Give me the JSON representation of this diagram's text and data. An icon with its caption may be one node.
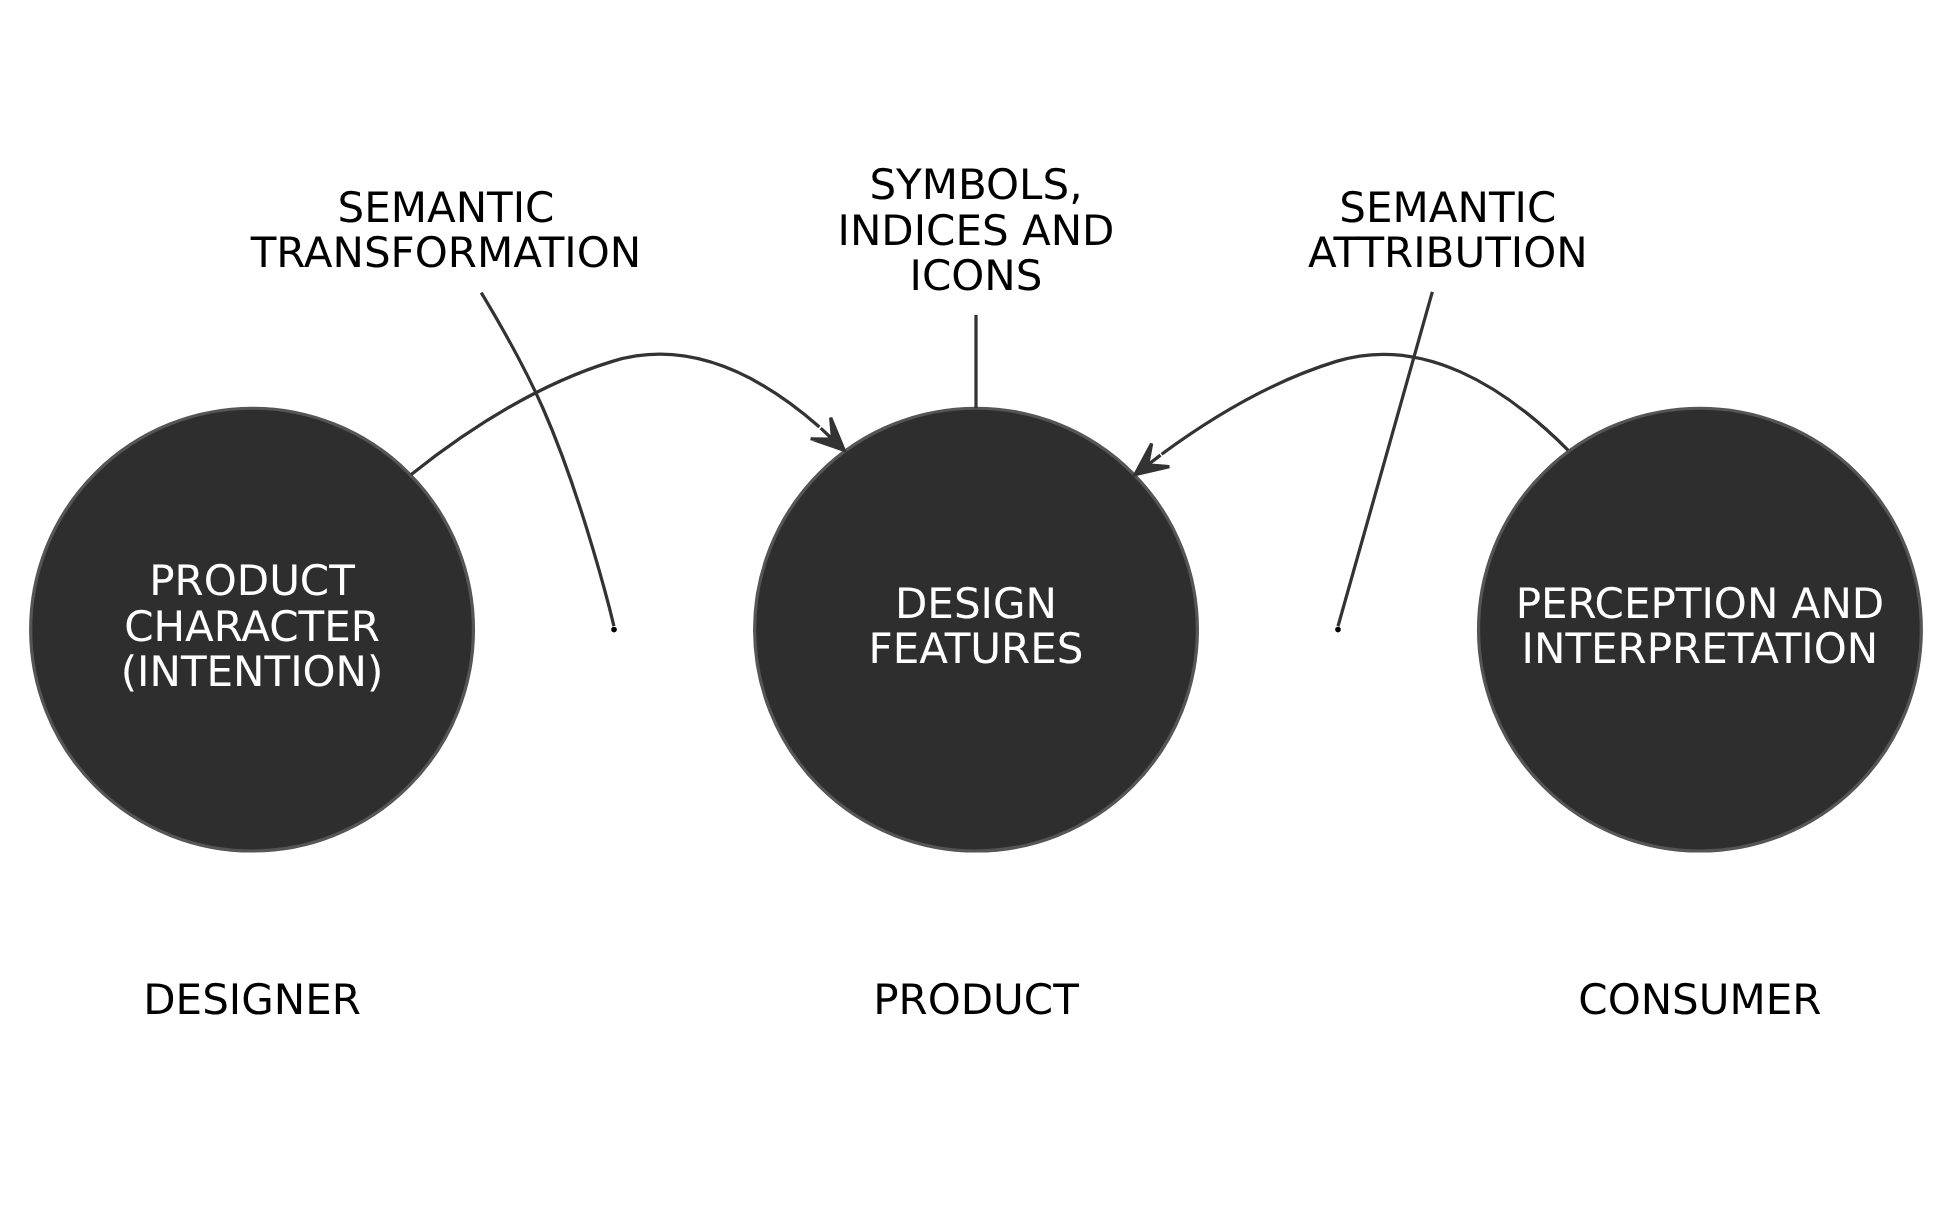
{
  "diagram": {
    "nodes": [
      {
        "text": [
          "PRODUCT CHARACTER (INTENTION)"
        ],
        "beside": [
          "DESIGNER"
        ]
      },
      {
        "text": [
          "DESIGN FEATURES"
        ],
        "beside": [
          "PRODUCT"
        ]
      },
      {
        "text": [
          "PERCEPTION AND INTERPRETATION"
        ],
        "beside": [
          "CONSUMER"
        ]
      },
      {
        "text": [
          "SYMBOLS, INDICES AND ICONS"
        ]
      },
      {
        "text": [
          "SEMANTIC TRANSFORMATION"
        ]
      },
      {
        "text": [
          "SEMANTIC ATTRIBUTION"
        ]
      }
    ],
    "edges": [
      {
        "from": 0,
        "to": 1,
        "arrow": "to"
      },
      {
        "from": 2,
        "to": 1,
        "arrow": "to"
      },
      {
        "from": 3,
        "to": 1,
        "arrow": "none"
      },
      {
        "from": 4,
        "to": null,
        "arrow": "none"
      },
      {
        "from": 5,
        "to": null,
        "arrow": "none"
      }
    ]
  }
}
